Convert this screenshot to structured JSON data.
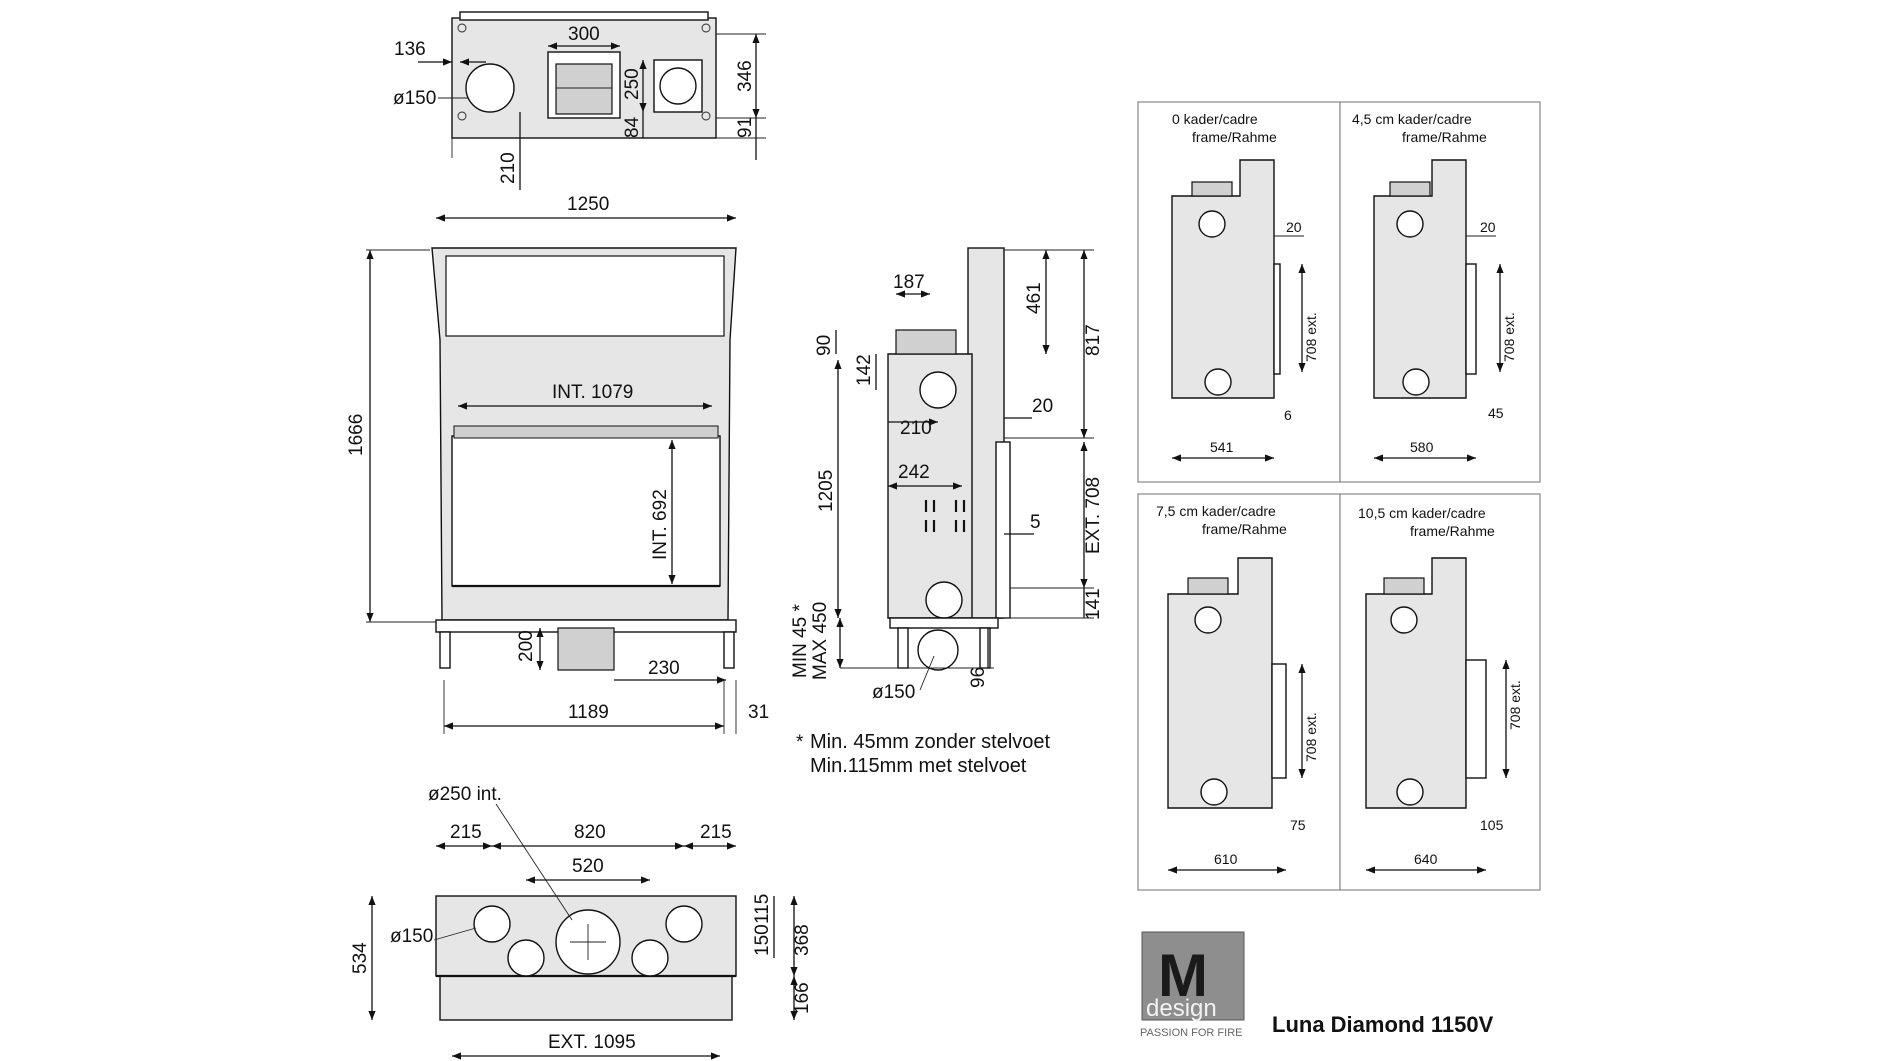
{
  "title": "Luna Diamond 1150V",
  "logo": {
    "mark": "M",
    "word": "design",
    "tagline": "PASSION FOR FIRE"
  },
  "top_view": {
    "labels": {
      "d136": "136",
      "d300": "300",
      "phi150": "ø150",
      "d250": "250",
      "d84": "84",
      "d346": "346",
      "d91": "91",
      "d210": "210"
    }
  },
  "front_view": {
    "labels": {
      "w1250": "1250",
      "h1666": "1666",
      "int1079": "INT. 1079",
      "int692": "INT. 692",
      "d200": "200",
      "d230": "230",
      "w1189": "1189",
      "d31": "31"
    }
  },
  "side_view": {
    "labels": {
      "d187": "187",
      "d461": "461",
      "d817": "817",
      "d90": "90",
      "d142": "142",
      "d20": "20",
      "d210": "210",
      "d242": "242",
      "d1205": "1205",
      "ext708": "EXT. 708",
      "d5": "5",
      "d141": "141",
      "min45": "MIN 45 *",
      "max450": "MAX 450",
      "phi150": "ø150",
      "d96": "96"
    }
  },
  "note": {
    "line1": "Min. 45mm zonder stelvoet",
    "line2": "Min.115mm met stelvoet",
    "star": "*"
  },
  "bottom_view": {
    "labels": {
      "phi250": "ø250 int.",
      "d215a": "215",
      "d820": "820",
      "d215b": "215",
      "d520": "520",
      "phi150": "ø150",
      "d534": "534",
      "d115": "115",
      "d150": "150",
      "d368": "368",
      "d166": "166",
      "ext1095": "EXT. 1095"
    }
  },
  "frame_panels": [
    {
      "caption1": "0  kader/cadre",
      "caption2": "frame/Rahme",
      "d20": "20",
      "d708": "708 ext.",
      "small": "6",
      "width": "541"
    },
    {
      "caption1": "4,5 cm  kader/cadre",
      "caption2": "frame/Rahme",
      "d20": "20",
      "d708": "708 ext.",
      "small": "45",
      "width": "580"
    },
    {
      "caption1": "7,5 cm kader/cadre",
      "caption2": "frame/Rahme",
      "d708": "708 ext.",
      "small": "75",
      "width": "610"
    },
    {
      "caption1": "10,5 cm kader/cadre",
      "caption2": "frame/Rahme",
      "d708": "708 ext.",
      "small": "105",
      "width": "640"
    }
  ],
  "colors": {
    "ink": "#111111",
    "fill": "#e6e6e6",
    "panel_border": "#888888",
    "logo_bg": "#8e8e8e"
  }
}
